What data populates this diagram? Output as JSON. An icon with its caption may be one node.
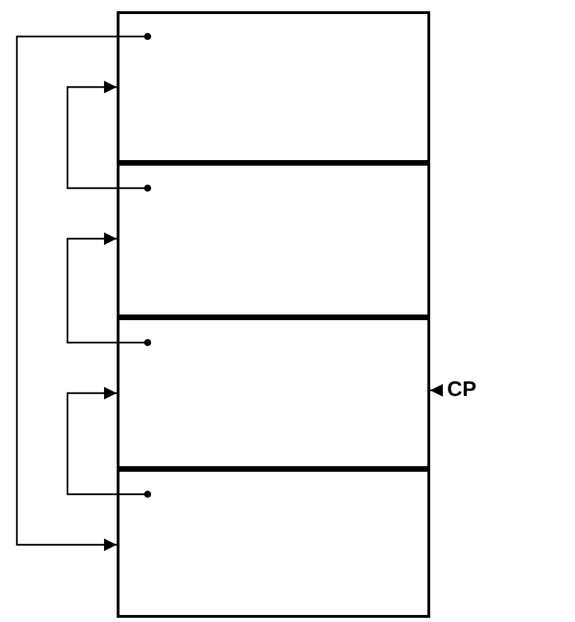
{
  "diagram": {
    "nodes": [
      {
        "text": [],
        "shape": "box"
      },
      {
        "text": [],
        "shape": "box"
      },
      {
        "text": [],
        "shape": "box"
      },
      {
        "text": [],
        "shape": "box"
      },
      {
        "text": [
          "CP"
        ]
      }
    ],
    "edges": [
      {
        "from": 1,
        "to": 0,
        "arrow": "to"
      },
      {
        "from": 2,
        "to": 1,
        "arrow": "to"
      },
      {
        "from": 3,
        "to": 2,
        "arrow": "to"
      },
      {
        "from": 0,
        "to": 3,
        "arrow": "to"
      },
      {
        "from": 4,
        "to": 2,
        "arrow": "to"
      }
    ]
  }
}
